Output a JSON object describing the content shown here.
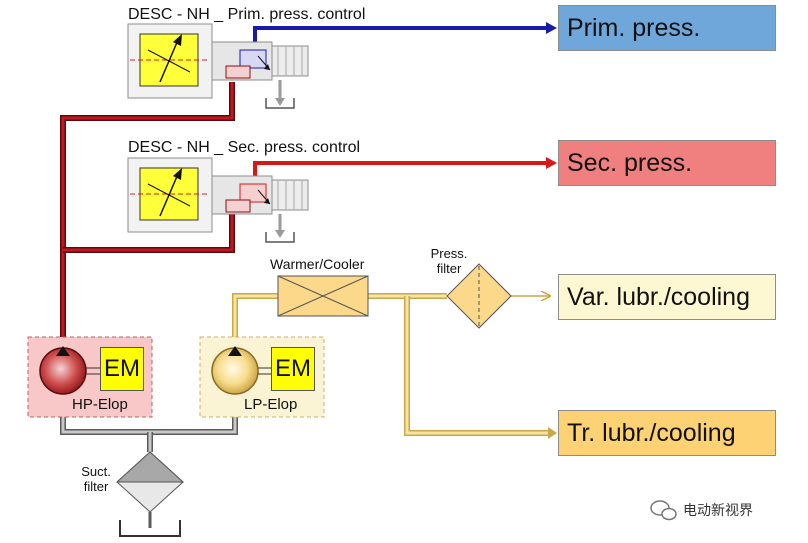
{
  "valves": {
    "primary_label": "DESC - NH _ Prim. press. control",
    "secondary_label": "DESC - NH _ Sec. press. control"
  },
  "outputs": {
    "primary": "Prim. press.",
    "secondary": "Sec. press.",
    "variable_lubrication": "Var. lubr./cooling",
    "transmission_lubrication": "Tr. lubr./cooling"
  },
  "components": {
    "warmer_cooler": "Warmer/Cooler",
    "press_filter_line1": "Press.",
    "press_filter_line2": "filter",
    "suction_filter_line1": "Suct.",
    "suction_filter_line2": "filter",
    "hp_pump": "HP-Elop",
    "lp_pump": "LP-Elop",
    "motor_label": "EM"
  },
  "watermark": "电动新视界",
  "colors": {
    "primary_line": "#1a1aa8",
    "secondary_line": "#d81818",
    "hp_line": "#8b0f12",
    "lp_line": "#f0cc6a",
    "suction_line": "#9a9a9a",
    "primary_box": "#6fa7db",
    "secondary_box": "#f08080",
    "var_box": "#fdf7d2",
    "tr_box": "#fcd274",
    "motor": "#ffff00"
  },
  "icons": [
    "hydraulic-pump-icon",
    "electric-motor-icon",
    "filter-icon",
    "heat-exchanger-icon",
    "proportional-valve-icon",
    "tank-icon",
    "wechat-icon"
  ]
}
